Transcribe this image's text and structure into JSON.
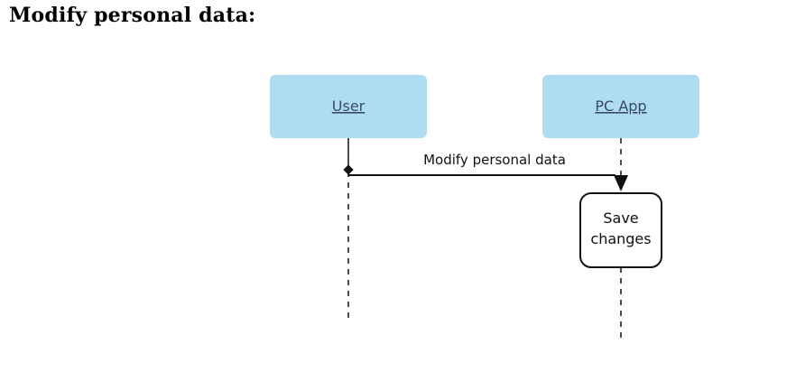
{
  "section": {
    "title": "Modify personal data:"
  },
  "participants": [
    {
      "label": "User"
    },
    {
      "label": "PC App"
    }
  ],
  "message": {
    "label": "Modify personal data"
  },
  "activity": {
    "line1": "Save",
    "line2": "changes"
  },
  "colors": {
    "participant_fill": "#aedcf0",
    "line": "#111111"
  }
}
